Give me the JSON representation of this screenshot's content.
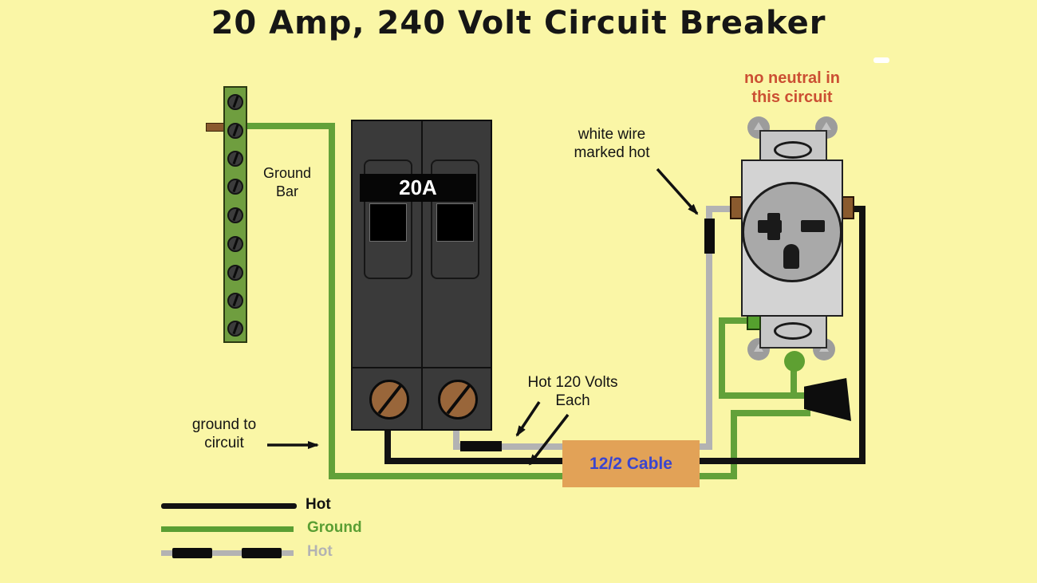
{
  "title": "20 Amp, 240 Volt Circuit Breaker",
  "breaker": {
    "rating": "20A",
    "type": "double-pole circuit breaker"
  },
  "cable": {
    "label": "12/2 Cable"
  },
  "labels": {
    "ground_bar": {
      "line1": "Ground",
      "line2": "Bar"
    },
    "no_neutral": {
      "line1": "no neutral in",
      "line2": "this circuit"
    },
    "white_wire": {
      "line1": "white wire",
      "line2": "marked hot"
    },
    "hot_120": {
      "line1": "Hot 120 Volts",
      "line2": "Each"
    },
    "ground_to_circuit": {
      "line1": "ground to",
      "line2": "circuit"
    }
  },
  "legend": {
    "items": [
      {
        "label": "Hot",
        "color": "#121212",
        "style": "solid black line"
      },
      {
        "label": "Ground",
        "color": "#5a9e33",
        "style": "solid green line"
      },
      {
        "label": "Hot",
        "color": "#b3b3b3",
        "style": "gray line with black tape marks"
      }
    ]
  },
  "colors": {
    "background": "#faf6a6",
    "hot_wire": "#121212",
    "ground_wire": "#62a139",
    "marked_white_wire": "#b3b3b3",
    "wire_mark": "#0d0d0d",
    "cable_box": "#e2a257",
    "cable_text": "#3a45cf",
    "warning_text": "#cb4f33",
    "ground_bar": "#6f9e3f",
    "breaker_body": "#3a3a3a",
    "terminal_screw": "#99663a"
  }
}
